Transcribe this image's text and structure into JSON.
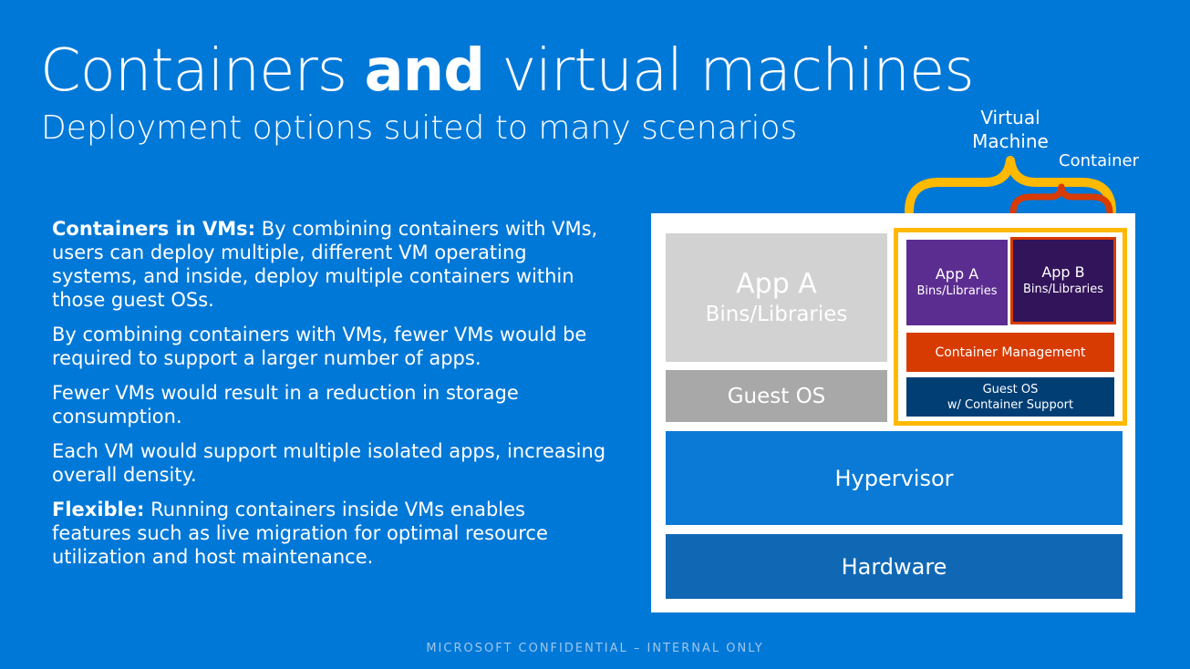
{
  "title": {
    "part1": "Containers ",
    "bold": "and",
    "part2": " virtual machines"
  },
  "subtitle": "Deployment options suited to many scenarios",
  "body": {
    "p1_bold": "Containers in VMs:",
    "p1_text": " By combining containers with VMs, users can deploy multiple, different VM operating systems, and inside, deploy multiple containers within those guest OSs.",
    "p2": "By combining containers with VMs, fewer VMs would be required to support a larger number of apps.",
    "p3": "Fewer VMs would result in a reduction in storage consumption.",
    "p4": "Each VM would support multiple isolated apps, increasing overall density.",
    "p5_bold": "Flexible:",
    "p5_text": " Running containers inside VMs enables features such as live migration for optimal resource utilization and host maintenance."
  },
  "diagram": {
    "vm_label_line1": "Virtual",
    "vm_label_line2": "Machine",
    "container_label": "Container",
    "left_app": "App A",
    "left_bins": "Bins/Libraries",
    "left_guest_os": "Guest OS",
    "right_app_a": "App A",
    "right_app_a_bins": "Bins/Libraries",
    "right_app_b": "App B",
    "right_app_b_bins": "Bins/Libraries",
    "container_management": "Container Management",
    "guest_os_line1": "Guest OS",
    "guest_os_line2": "w/ Container Support",
    "hypervisor": "Hypervisor",
    "hardware": "Hardware"
  },
  "colors": {
    "background": "#0078d7",
    "vm_brace": "#ffb900",
    "container_brace": "#d83b01",
    "app_a": "#5c2d91",
    "app_b": "#32145a",
    "container_management": "#d83b01",
    "guest_os_container": "#003e74",
    "hypervisor": "#0a7ad6",
    "hardware": "#1068b5"
  },
  "footer": "MICROSOFT CONFIDENTIAL – INTERNAL ONLY"
}
